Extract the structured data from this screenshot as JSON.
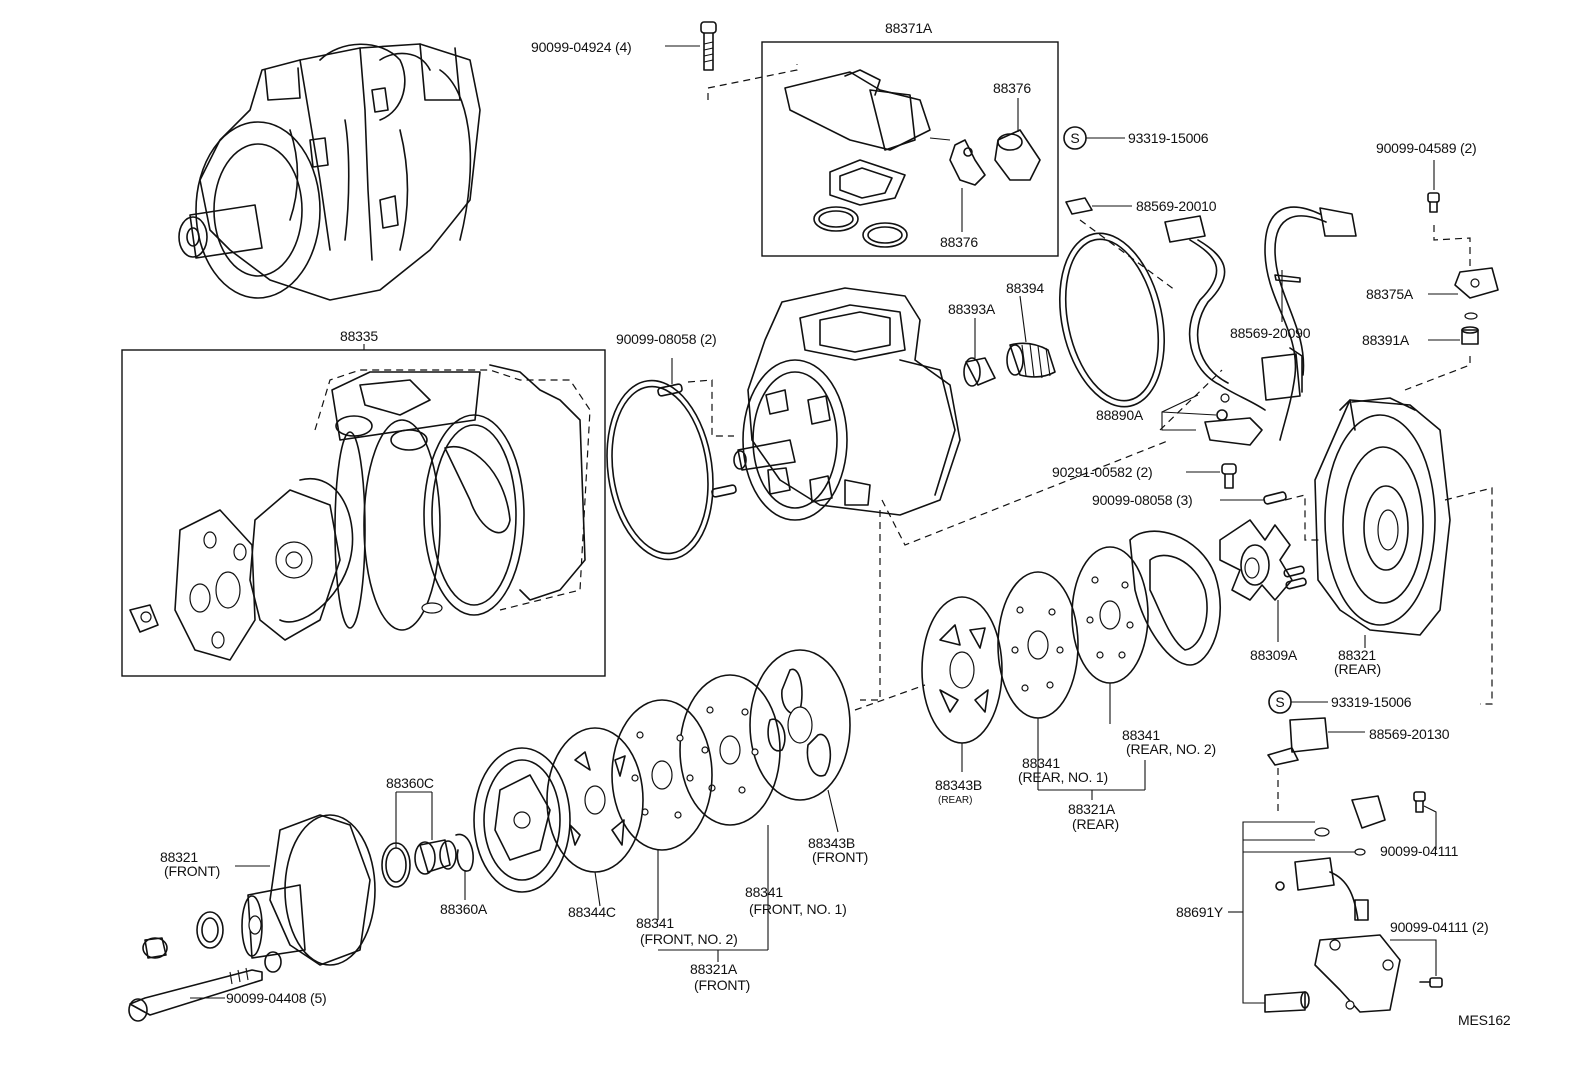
{
  "labels": {
    "p_88371A": "88371A",
    "p_90099_04924": "90099-04924 (4)",
    "p_88376_top": "88376",
    "p_88376_bot": "88376",
    "p_93319_15006_top": "93319-15006",
    "p_88569_20010": "88569-20010",
    "p_90099_04589": "90099-04589 (2)",
    "p_88375A": "88375A",
    "p_88391A": "88391A",
    "p_88335": "88335",
    "p_90099_08058_2": "90099-08058 (2)",
    "p_88393A": "88393A",
    "p_88394": "88394",
    "p_88569_20090": "88569-20090",
    "p_88890A": "88890A",
    "p_90291_00582": "90291-00582 (2)",
    "p_90099_08058_3": "90099-08058 (3)",
    "p_88309A": "88309A",
    "p_88321_rear": "88321",
    "p_88321_rear_sub": "(REAR)",
    "p_93319_15006_bot": "93319-15006",
    "p_88569_20130": "88569-20130",
    "p_88341_rear2": "88341",
    "p_88341_rear2_sub": "(REAR, NO. 2)",
    "p_88341_rear1": "88341",
    "p_88341_rear1_sub": "(REAR, NO. 1)",
    "p_88343B_rear": "88343B",
    "p_88343B_rear_sub": "(REAR)",
    "p_88321A_rear": "88321A",
    "p_88321A_rear_sub": "(REAR)",
    "p_90099_04111": "90099-04111",
    "p_88360C": "88360C",
    "p_88321_front": "88321",
    "p_88321_front_sub": "(FRONT)",
    "p_88343B_front": "88343B",
    "p_88343B_front_sub": "(FRONT)",
    "p_88360A": "88360A",
    "p_88344C": "88344C",
    "p_88341_front1": "88341",
    "p_88341_front1_sub": "(FRONT, NO. 1)",
    "p_88341_front2": "88341",
    "p_88341_front2_sub": "(FRONT, NO. 2)",
    "p_88321A_front": "88321A",
    "p_88321A_front_sub": "(FRONT)",
    "p_88691Y": "88691Y",
    "p_90099_04111_2": "90099-04111 (2)",
    "p_90099_04408": "90099-04408 (5)",
    "fig_code": "MES162"
  },
  "symbols": {
    "s_mark": "S"
  },
  "colors": {
    "ink": "#111111",
    "paper": "#ffffff"
  }
}
